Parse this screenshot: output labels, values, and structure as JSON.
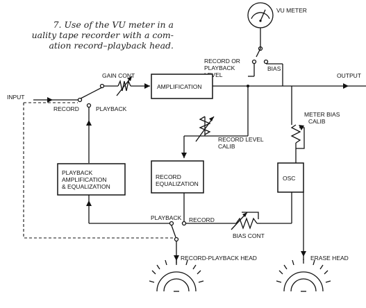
{
  "caption": {
    "line1": "7. Use of the VU meter in a",
    "line2": "uality tape recorder with a com-",
    "line3": "ation record–playback head."
  },
  "labels": {
    "vu_meter": "VU METER",
    "record_or": "RECORD OR",
    "playback": "PLAYBACK",
    "level": "LEVEL",
    "bias": "BIAS",
    "gain_cont": "GAIN CONT",
    "input": "INPUT",
    "record": "RECORD",
    "playback_sw": "PLAYBACK",
    "output": "OUTPUT",
    "meter_bias": "METER BIAS",
    "calib": "CALIB",
    "record_level": "RECORD LEVEL",
    "calib2": "CALIB",
    "playback_bottom": "PLAYBACK",
    "record_bottom": "RECORD",
    "bias_cont": "BIAS CONT",
    "record_playback_head": "RECORD-PLAYBACK HEAD",
    "erase_head": "ERASE HEAD"
  },
  "blocks": {
    "amplification": "AMPLIFICATION",
    "playback_amp_1": "PLAYBACK",
    "playback_amp_2": "AMPLIFICATION",
    "playback_amp_3": "& EQUALIZATION",
    "record_eq_1": "RECORD",
    "record_eq_2": "EQUALIZATION",
    "osc": "OSC"
  }
}
